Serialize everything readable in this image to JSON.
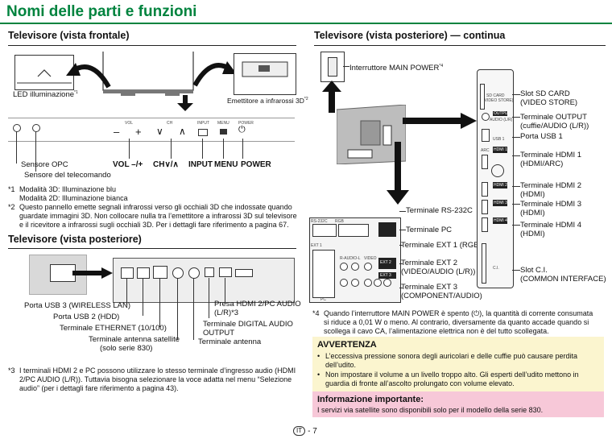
{
  "title": "Nomi delle parti e funzioni",
  "front": {
    "heading": "Televisore (vista frontale)",
    "led_label": "LED illuminazione",
    "led_sup": "*1",
    "emitter_label": "Emettitore a infrarossi 3D",
    "emitter_sup": "*2",
    "opc_label": "Sensore OPC",
    "remote_label": "Sensore del telecomando",
    "buttons_small": [
      "VOL",
      "CH",
      "INPUT",
      "MENU",
      "POWER"
    ],
    "buttons_big": [
      "VOL –/+",
      "CH∨/∧",
      "INPUT",
      "MENU",
      "POWER"
    ],
    "notes": [
      {
        "mark": "*1",
        "lines": [
          "Modalità 3D: Illuminazione blu",
          "Modalità 2D: Illuminazione bianca"
        ]
      },
      {
        "mark": "*2",
        "lines": [
          "Questo pannello emette segnali infrarossi verso gli occhiali 3D che indossate quando",
          "guardate immagini 3D. Non collocare nulla tra l’emettitore a infrarossi 3D sul televisore",
          "e il ricevitore a infrarossi sugli occhiali 3D. Per i dettagli fare riferimento a pagina 67."
        ]
      }
    ]
  },
  "rear": {
    "heading": "Televisore (vista posteriore)",
    "left_labels": [
      "Porta USB 3 (WIRELESS LAN)",
      "Porta USB 2 (HDD)",
      "Terminale ETHERNET (10/100)",
      "Terminale antenna satellite",
      "(solo serie 830)"
    ],
    "right_labels": [
      "Presa HDMI 2/PC AUDIO",
      "(L/R)*3",
      "Terminale DIGITAL AUDIO",
      "OUTPUT",
      "Terminale antenna"
    ],
    "note": {
      "mark": "*3",
      "lines": [
        "I terminali HDMI 2 e PC possono utilizzare lo stesso terminale d’ingresso audio (HDMI",
        "2/PC AUDIO (L/R)). Tuttavia bisogna selezionare la voce adatta nel menu “Selezione",
        "audio” (per i dettagli fare riferimento a pagina 43)."
      ]
    }
  },
  "rear_cont": {
    "heading": "Televisore (vista posteriore) — continua",
    "main_power": "Interruttore MAIN POWER",
    "main_power_sup": "*4",
    "left_terms": [
      "Terminale RS-232C",
      "Terminale PC",
      "Terminale EXT 1 (RGB)",
      "Terminale EXT 2",
      "(VIDEO/AUDIO (L/R))",
      "Terminale EXT 3",
      "(COMPONENT/AUDIO)"
    ],
    "right_terms": [
      "Slot SD CARD",
      "(VIDEO STORE)",
      "Terminale OUTPUT",
      "(cuffie/AUDIO (L/R))",
      "Porta USB 1",
      "Terminale HDMI 1",
      "(HDMI/ARC)",
      "Terminale HDMI 2",
      "(HDMI)",
      "Terminale HDMI 3",
      "(HDMI)",
      "Terminale HDMI 4",
      "(HDMI)",
      "Slot C.I.",
      "(COMMON INTERFACE)"
    ],
    "small_panel": [
      "SD CARD",
      "(VIDEO STORE)",
      "OUTPUT",
      "AUDIO (L/R)",
      "USB 1",
      "ARC",
      "HDMI 1",
      "HDMI 2",
      "HDMI 3",
      "HDMI 4",
      "C.I.",
      "RS-232C",
      "RGB",
      "EXT 1",
      "EXT 2",
      "EXT 3",
      "R-AUDIO-L",
      "VIDEO",
      "PC"
    ],
    "note4": {
      "mark": "*4",
      "lines": [
        "Quando l’interruttore MAIN POWER è spento (⏻), la quantità di corrente consumata",
        "si riduce a 0,01 W o meno. Al contrario, diversamente da quanto accade quando si",
        "scollega il cavo CA, l’alimentazione elettrica non è del tutto scollegata."
      ]
    },
    "warning_title": "AVVERTENZA",
    "warning_items": [
      "L’eccessiva pressione sonora degli auricolari e delle cuffie può causare perdita",
      "dell’udito.",
      "Non impostare il volume a un livello troppo alto. Gli esperti dell’udito mettono in",
      "guardia di fronte all’ascolto prolungato con volume elevato."
    ],
    "info_title": "Informazione importante:",
    "info_text": "I servizi via satellite sono disponibili solo per il modello della serie 830."
  },
  "page_number": {
    "lang": "IT",
    "num": "- 7"
  },
  "colors": {
    "title_green": "#00833e",
    "warning_bg": "#fbf5cf",
    "info_bg": "#f7c8d8"
  }
}
